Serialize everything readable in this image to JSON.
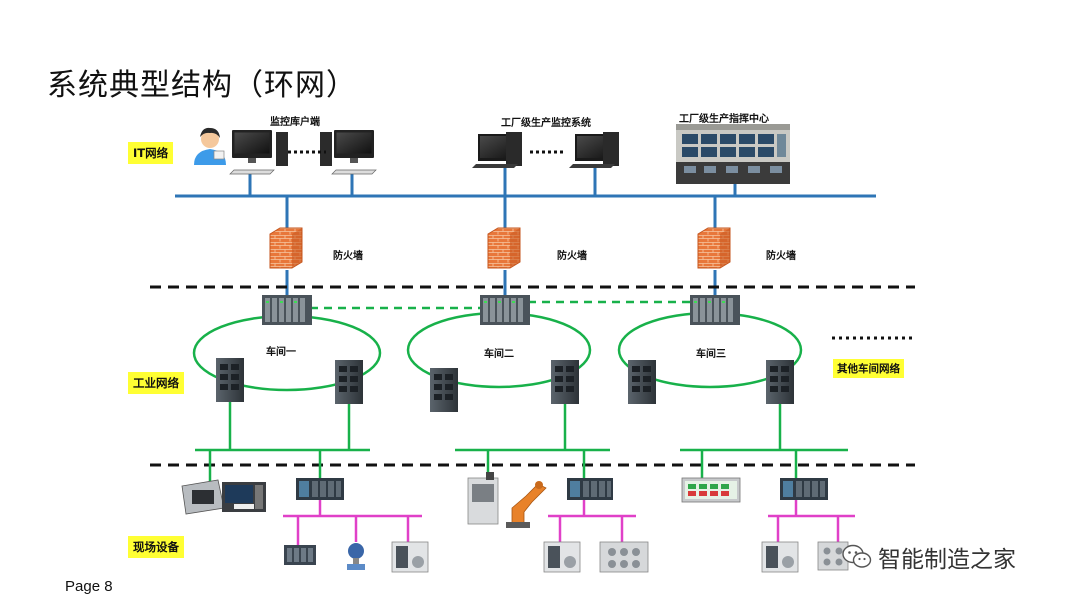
{
  "title": "系统典型结构（环网）",
  "layers": {
    "it": "IT网络",
    "industrial": "工业网络",
    "field": "现场设备"
  },
  "top_nodes": {
    "monitor_clients": "监控库户端",
    "factory_monitor": "工厂级生产监控系统",
    "factory_command": "工厂级生产指挥中心"
  },
  "firewall_label": "防火墙",
  "workshops": [
    "车间一",
    "车间二",
    "车间三"
  ],
  "other_workshops": "其他车间网络",
  "ellipsis": "......",
  "page_label": "Page 8",
  "watermark": "智能制造之家",
  "colors": {
    "it_bus": "#2e75b6",
    "industrial_link": "#18b14a",
    "field_bus": "#e040c8",
    "layer_label_bg": "#ffff33",
    "firewall": "#e06a2c"
  }
}
